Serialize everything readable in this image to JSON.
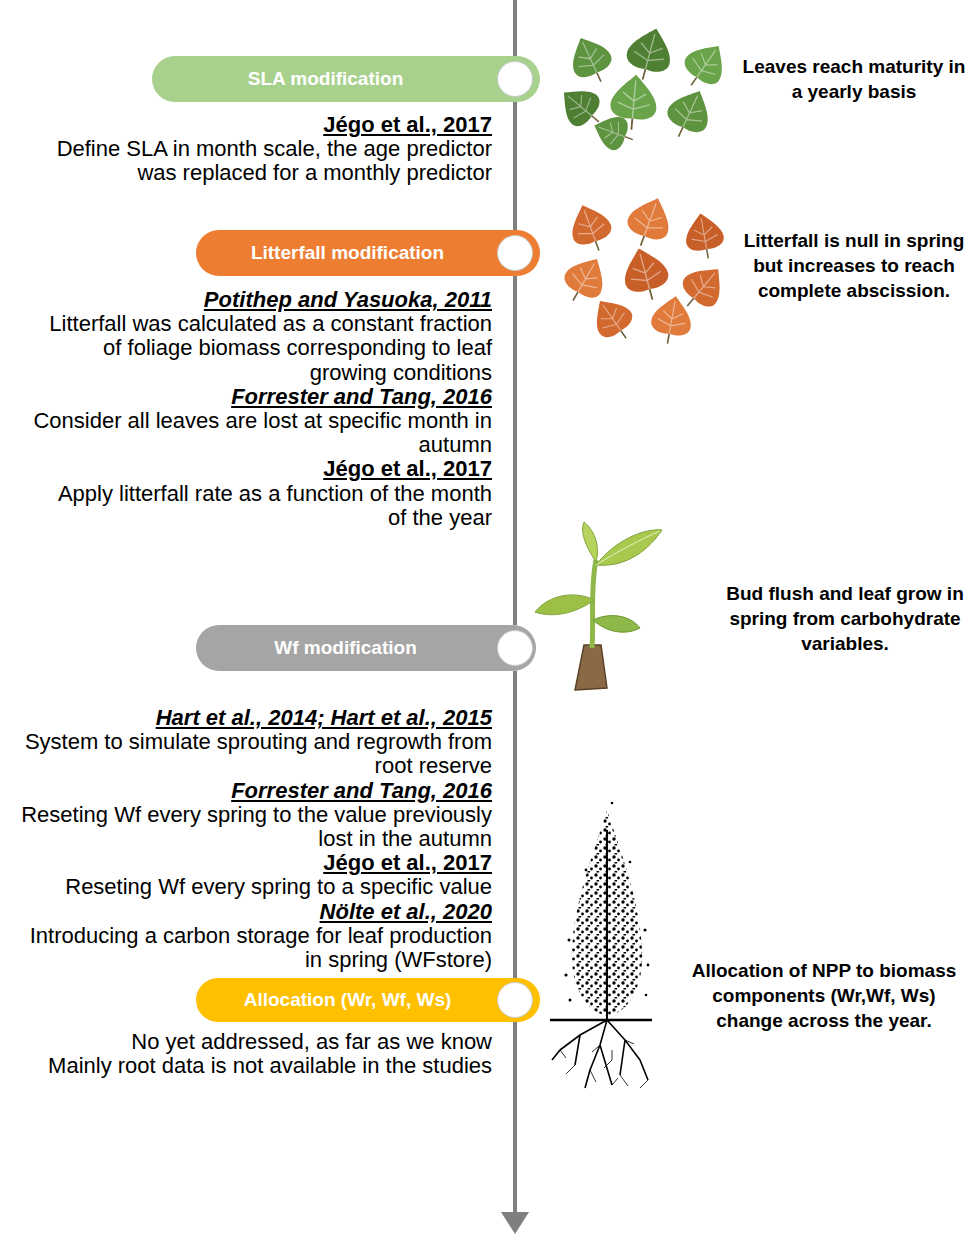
{
  "diagram": {
    "nodes": [
      {
        "text": [
          "SLA modification"
        ]
      },
      {
        "text": [
          "Litterfall modification"
        ]
      },
      {
        "text": [
          "Wf modification"
        ]
      },
      {
        "text": [
          "Allocation (Wr, Wf, Ws)"
        ]
      }
    ],
    "edges": [
      {
        "from": 0,
        "to": 1,
        "arrow": "none"
      },
      {
        "from": 1,
        "to": 2,
        "arrow": "none"
      },
      {
        "from": 2,
        "to": 3,
        "arrow": "none"
      }
    ],
    "labels": [
      "Jégo et al., 2017",
      "Define SLA in month scale, the age predictor was replaced for a monthly predictor",
      "Leaves reach maturity in a yearly basis",
      "Litterfall is null in spring but increases to reach complete abscission.",
      "Potithep and Yasuoka, 2011",
      "Litterfall was calculated as a constant fraction of foliage biomass corresponding to leaf growing conditions",
      "Forrester and Tang, 2016",
      "Consider all leaves are lost at specific month in autumn",
      "Jégo et al., 2017",
      "Apply litterfall rate as a function of the month of the year",
      "Bud flush and leaf grow in spring from carbohydrate variables.",
      "Hart et al., 2014; Hart et al., 2015",
      "System to simulate sprouting and regrowth from root reserve",
      "Forrester and Tang, 2016",
      "Reseting Wf every spring to the value previously lost in the autumn",
      "Jégo et al., 2017",
      "Reseting Wf every spring to a specific value",
      "Nölte et al., 2020",
      "Introducing a carbon storage for leaf production in spring (WFstore)",
      "Allocation of NPP to biomass components (Wr,Wf, Ws) change across the year.",
      "No yet addressed, as far as we know",
      "Mainly root data is not available in the studies"
    ]
  }
}
